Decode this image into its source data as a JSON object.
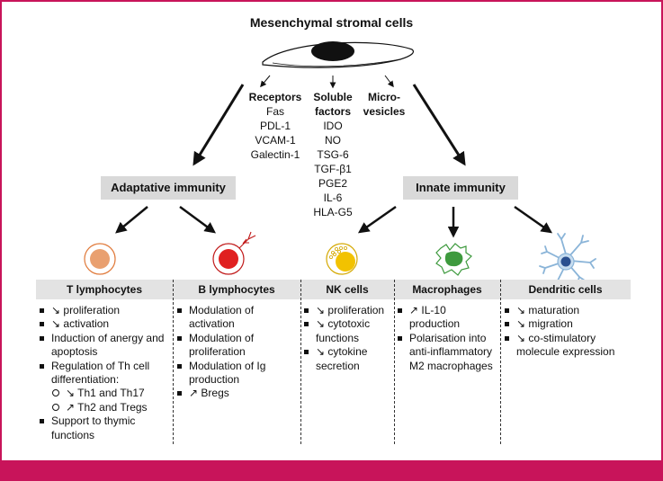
{
  "title": "Mesenchymal stromal cells",
  "msc_factors": {
    "receptors": {
      "heading": "Receptors",
      "items": [
        "Fas",
        "PDL-1",
        "VCAM-1",
        "Galectin-1"
      ]
    },
    "soluble": {
      "heading_line1": "Soluble",
      "heading_line2": "factors",
      "items": [
        "IDO",
        "NO",
        "TSG-6",
        "TGF-β1",
        "PGE2",
        "IL-6",
        "HLA-G5"
      ]
    },
    "microvesicles": {
      "line1": "Micro-",
      "line2": "vesicles"
    }
  },
  "adaptive_label": "Adaptative immunity",
  "innate_label": "Innate immunity",
  "columns": [
    {
      "header": "T lymphocytes",
      "items": [
        {
          "text": "↘ proliferation"
        },
        {
          "text": "↘ activation"
        },
        {
          "text": "Induction of anergy and",
          "cont": "apoptosis"
        },
        {
          "text": "Regulation of Th cell",
          "cont": "differentiation:"
        },
        {
          "sub": "↘ Th1 and Th17"
        },
        {
          "sub": "↗ Th2 and Tregs"
        },
        {
          "text": "Support to thymic",
          "cont": "functions"
        }
      ]
    },
    {
      "header": "B lymphocytes",
      "items": [
        {
          "text": "Modulation of",
          "cont": "activation"
        },
        {
          "text": "Modulation of",
          "cont": "proliferation"
        },
        {
          "text": "Modulation of Ig",
          "cont": "production"
        },
        {
          "text": "↗ Bregs"
        }
      ]
    },
    {
      "header": "NK cells",
      "items": [
        {
          "text": "↘ proliferation"
        },
        {
          "text": "↘ cytotoxic",
          "cont": "functions"
        },
        {
          "text": "↘ cytokine",
          "cont": "secretion"
        }
      ]
    },
    {
      "header": "Macrophages",
      "items": [
        {
          "text": "↗ IL-10",
          "cont": "production"
        },
        {
          "text": "Polarisation into",
          "cont": "anti-inflammatory",
          "cont2": "M2 macrophages"
        }
      ]
    },
    {
      "header": "Dendritic cells",
      "items": [
        {
          "text": "↘ maturation"
        },
        {
          "text": "↘ migration"
        },
        {
          "text": "↘ co-stimulatory",
          "cont": "molecule expression"
        }
      ]
    }
  ],
  "colors": {
    "frame": "#c8145a",
    "header_fill": "#e3e3e3",
    "box_fill": "#d9d9d9",
    "nk": "#f2c200",
    "b_cell": "#e02020",
    "t_cell": "#e9a070",
    "macrophage": "#3e9a3e",
    "dendritic": "#2a4f8f"
  }
}
